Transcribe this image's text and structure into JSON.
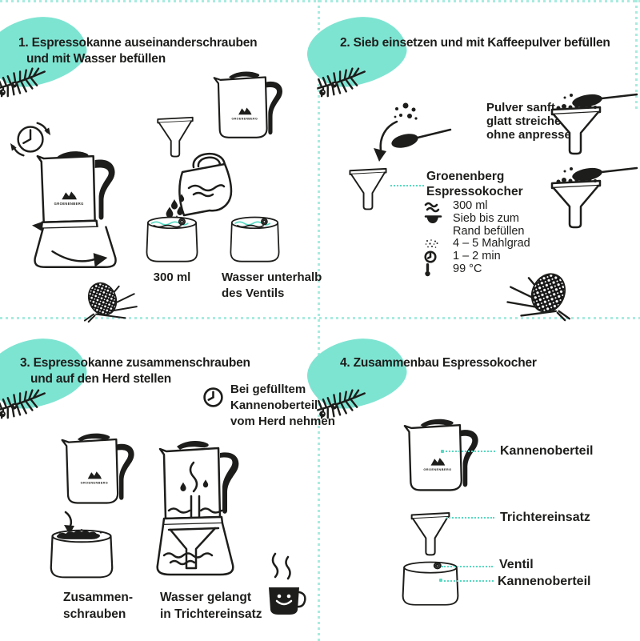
{
  "brand": "GROENENBERG",
  "accent_color": "#7ee4d2",
  "panel1": {
    "title": [
      "1. Espressokanne auseinanderschrauben",
      "und mit Wasser befüllen"
    ],
    "volume_label": "300 ml",
    "water_label": [
      "Wasser unterhalb",
      "des Ventils"
    ]
  },
  "panel2": {
    "title": "2. Sieb einsetzen und mit Kaffeepulver befüllen",
    "smooth_note": [
      "Pulver sanft",
      "glatt streichen",
      "ohne anpressen"
    ],
    "product_name": [
      "Groenenberg",
      "Espressokocher"
    ],
    "specs": [
      {
        "text": "300 ml"
      },
      {
        "text": "Sieb bis zum"
      },
      {
        "text": "Rand befüllen"
      },
      {
        "text": "4 – 5 Mahlgrad"
      },
      {
        "text": "1 – 2 min"
      },
      {
        "text": "99 °C"
      }
    ]
  },
  "panel3": {
    "title": [
      "3. Espressokanne zusammenschrauben",
      "und auf den Herd stellen"
    ],
    "timer_note": [
      "Bei gefülltem",
      "Kannenoberteil",
      "vom Herd nehmen"
    ],
    "assemble_label": [
      "Zusammen-",
      "schrauben"
    ],
    "water_label": [
      "Wasser gelangt",
      "in Trichtereinsatz"
    ]
  },
  "panel4": {
    "title": "4. Zusammenbau Espressokocher",
    "labels": [
      "Kannenoberteil",
      "Trichtereinsatz",
      "Ventil",
      "Kannenoberteil"
    ]
  }
}
